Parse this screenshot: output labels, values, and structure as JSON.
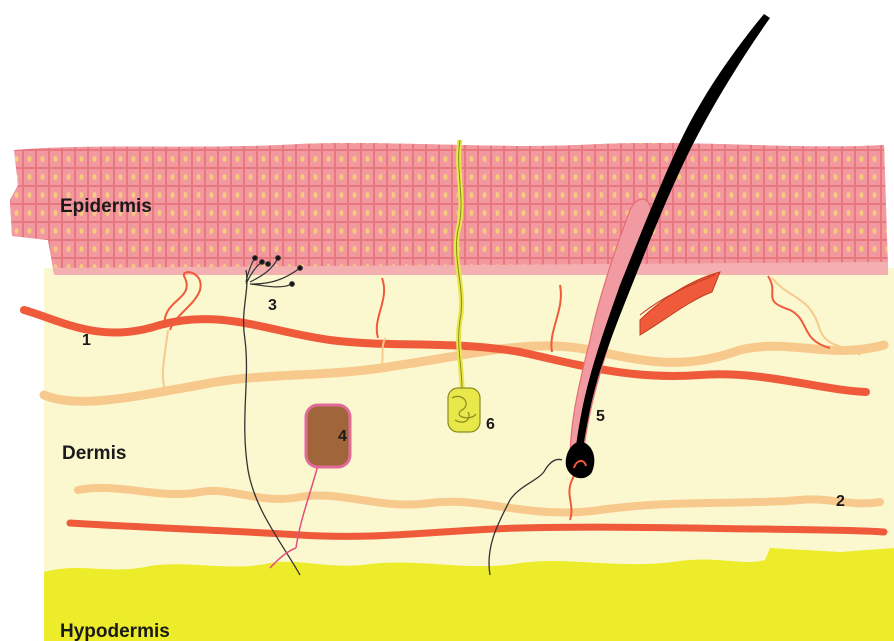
{
  "layers": {
    "epidermis": "Epidermis",
    "dermis": "Dermis",
    "hypodermis": "Hypodermis"
  },
  "structures": [
    {
      "key": "s1",
      "label": "1"
    },
    {
      "key": "s2",
      "label": "2"
    },
    {
      "key": "s3",
      "label": "3"
    },
    {
      "key": "s4",
      "label": "4"
    },
    {
      "key": "s5",
      "label": "5"
    },
    {
      "key": "s6",
      "label": "6"
    }
  ],
  "colors": {
    "epidermis": "#f08a8f",
    "epidermis_cell": "#f4a0a6",
    "nucleus": "#f6d27a",
    "dermis": "#fbf8d0",
    "hypodermis": "#ecec2a",
    "artery": "#ef5a3a",
    "vein": "#f7c98c",
    "hair": "#000000",
    "sweat_gland": "#e8e84a",
    "receptor": "#a0663a",
    "nerve": "#222222"
  }
}
